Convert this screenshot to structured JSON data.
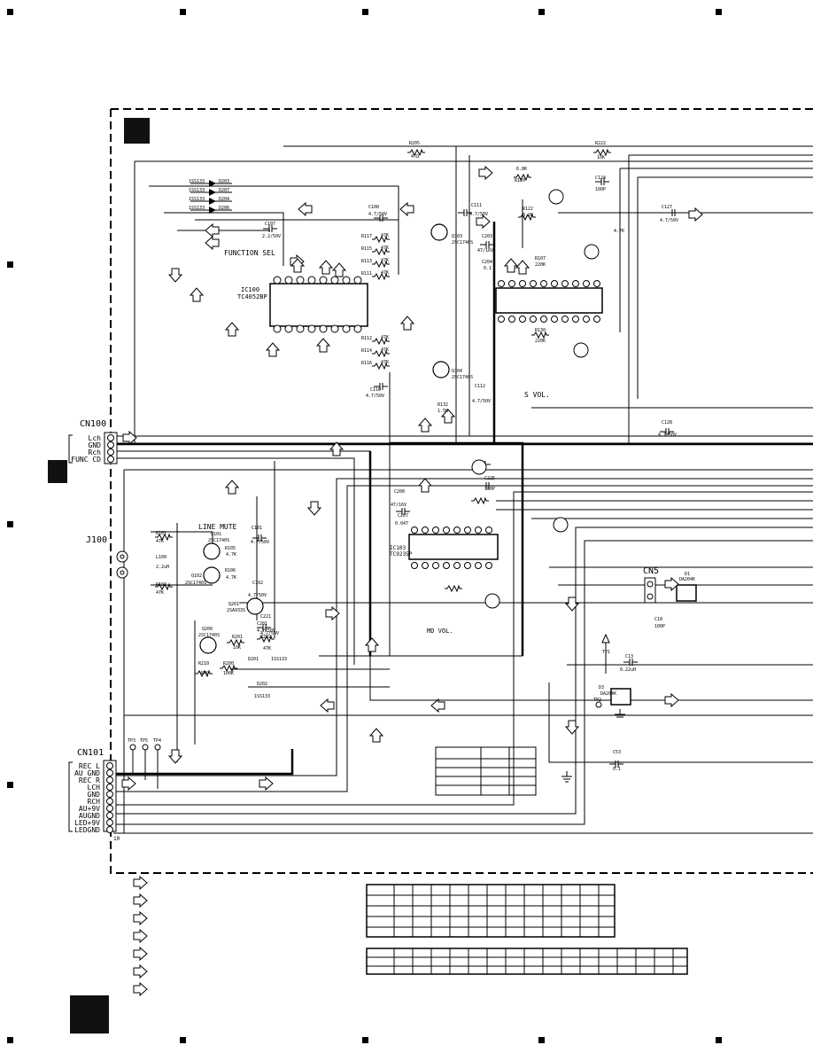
{
  "connectors": {
    "cn100": {
      "name": "CN100",
      "pins": [
        "Lch",
        "GND",
        "Rch",
        "FUNC CD"
      ]
    },
    "cn101": {
      "name": "CN101",
      "pins": [
        "REC L",
        "AU GND",
        "REC R",
        "LCH",
        "GND",
        "RCH",
        "AU+9V",
        "AUGND",
        "LED+9V",
        "LEDGND"
      ],
      "last_pin": "10"
    },
    "j100": "J100",
    "cn5": "CN5"
  },
  "ics": {
    "ic100": {
      "ref": "IC100",
      "part": "TC4052BP"
    },
    "ic103": {
      "ref": "IC103",
      "part": "TC9235P"
    }
  },
  "section_labels": {
    "function_sel": "FUNCTION SEL",
    "line_mute": "LINE MUTE",
    "s_vol": "S VOL.",
    "md_vol": "MD VOL."
  },
  "transistors": [
    {
      "ref": "Q101",
      "part": "2SC1740S"
    },
    {
      "ref": "Q102",
      "part": "2SC1740S"
    },
    {
      "ref": "Q103",
      "part": "2SC1740S"
    },
    {
      "ref": "Q104",
      "part": "2SC1740S"
    },
    {
      "ref": "Q201",
      "part": "2SA933S"
    },
    {
      "ref": "Q200",
      "part": "2SC1740S"
    }
  ],
  "diodes": [
    {
      "ref": "D203",
      "part": "1SS133"
    },
    {
      "ref": "D207",
      "part": "1SS133"
    },
    {
      "ref": "D204",
      "part": "1SS133"
    },
    {
      "ref": "D206",
      "part": "1SS133"
    },
    {
      "ref": "D201",
      "part": "1SS133"
    },
    {
      "ref": "D202",
      "part": "1SS133"
    },
    {
      "ref": "D1",
      "part": "DA204K"
    },
    {
      "ref": "D3",
      "part": "DA204K"
    }
  ],
  "resistors": [
    {
      "ref": "R205",
      "value": "47Ω"
    },
    {
      "ref": "R222",
      "value": "10K"
    },
    {
      "ref": "R117",
      "value": "47K"
    },
    {
      "ref": "R115",
      "value": "47K"
    },
    {
      "ref": "R113",
      "value": "47K"
    },
    {
      "ref": "R111",
      "value": "47K"
    },
    {
      "ref": "R112",
      "value": "47K"
    },
    {
      "ref": "R114",
      "value": "47K"
    },
    {
      "ref": "R116",
      "value": "47K"
    },
    {
      "ref": "R101",
      "value": "47K"
    },
    {
      "ref": "R102",
      "value": "47K"
    },
    {
      "ref": "R105",
      "value": "4.7K"
    },
    {
      "ref": "R106",
      "value": "4.7K"
    },
    {
      "ref": "R201",
      "value": "10K"
    },
    {
      "ref": "R202",
      "value": "47K"
    },
    {
      "ref": "R210",
      "value": "47K"
    },
    {
      "ref": "R200",
      "value": "100K"
    },
    {
      "ref": "R130",
      "value": "220K"
    },
    {
      "ref": "R132",
      "value": "1.5K"
    },
    {
      "ref": "R122",
      "value": "8.2K"
    },
    {
      "ref": "R107",
      "value": "220K"
    }
  ],
  "capacitors": [
    {
      "ref": "C107",
      "value": "2.2/50V"
    },
    {
      "ref": "C108",
      "value": "4.7/50V"
    },
    {
      "ref": "C110",
      "value": "4.7/50V"
    },
    {
      "ref": "C111",
      "value": "4.7/50V"
    },
    {
      "ref": "C112",
      "value": "4.7/50V"
    },
    {
      "ref": "C127",
      "value": "4.7/50V"
    },
    {
      "ref": "C128",
      "value": "4.7/50V"
    },
    {
      "ref": "C124",
      "value": "100P"
    },
    {
      "ref": "C200",
      "value": "47/16V"
    },
    {
      "ref": "C201",
      "value": "4.7/50V"
    },
    {
      "ref": "C203",
      "value": "47/16V"
    },
    {
      "ref": "C204",
      "value": "0.1"
    },
    {
      "ref": "C207",
      "value": "0.047"
    },
    {
      "ref": "C225",
      "value": "100P"
    },
    {
      "ref": "C221",
      "value": "4.7/50V"
    },
    {
      "ref": "C102",
      "value": "4.7/50V"
    },
    {
      "ref": "C101",
      "value": "4.7/50V"
    },
    {
      "ref": "C13",
      "value": "0.22uH"
    },
    {
      "ref": "C53",
      "value": "0.1"
    },
    {
      "ref": "C18",
      "value": "100P"
    }
  ],
  "misc_labels": {
    "l100": "L100",
    "l100_value": "2.2uH",
    "tp1": "TP1",
    "tp2": "TP2",
    "tp3": "TP3",
    "tp4": "TP4",
    "tp5": "TP5",
    "value_6_8k": "6.8K",
    "ref_r120": "R120",
    "value_4_7k": "4.7K"
  },
  "legend_arrow_count": 7,
  "colors": {
    "ink": "#000000",
    "paper": "#ffffff",
    "block": "#111111"
  }
}
